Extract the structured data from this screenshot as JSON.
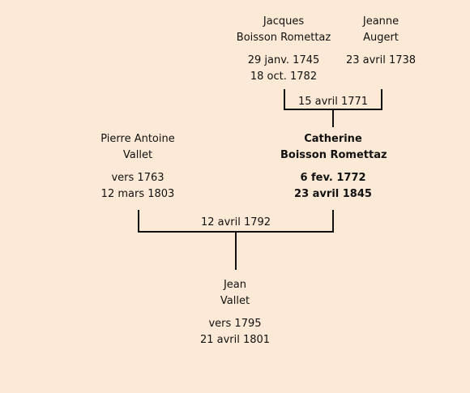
{
  "people": {
    "jacques": {
      "first_name": "Jacques",
      "last_name": "Boisson Romettaz",
      "birth": "29 janv. 1745",
      "death": "18 oct. 1782"
    },
    "jeanne": {
      "first_name": "Jeanne",
      "last_name": "Augert",
      "birth": "23 avril 1738"
    },
    "pierre": {
      "first_name": "Pierre Antoine",
      "last_name": "Vallet",
      "birth": "vers 1763",
      "death": "12 mars 1803"
    },
    "catherine": {
      "first_name": "Catherine",
      "last_name": "Boisson Romettaz",
      "birth": "6 fev. 1772",
      "death": "23 avril 1845"
    },
    "jean": {
      "first_name": "Jean",
      "last_name": "Vallet",
      "birth": "vers 1795",
      "death": "21 avril 1801"
    }
  },
  "unions": {
    "jacques_jeanne": {
      "date": "15 avril 1771"
    },
    "pierre_catherine": {
      "date": "12 avril 1792"
    }
  },
  "colors": {
    "background": "#fce9d6",
    "line": "#111111"
  }
}
